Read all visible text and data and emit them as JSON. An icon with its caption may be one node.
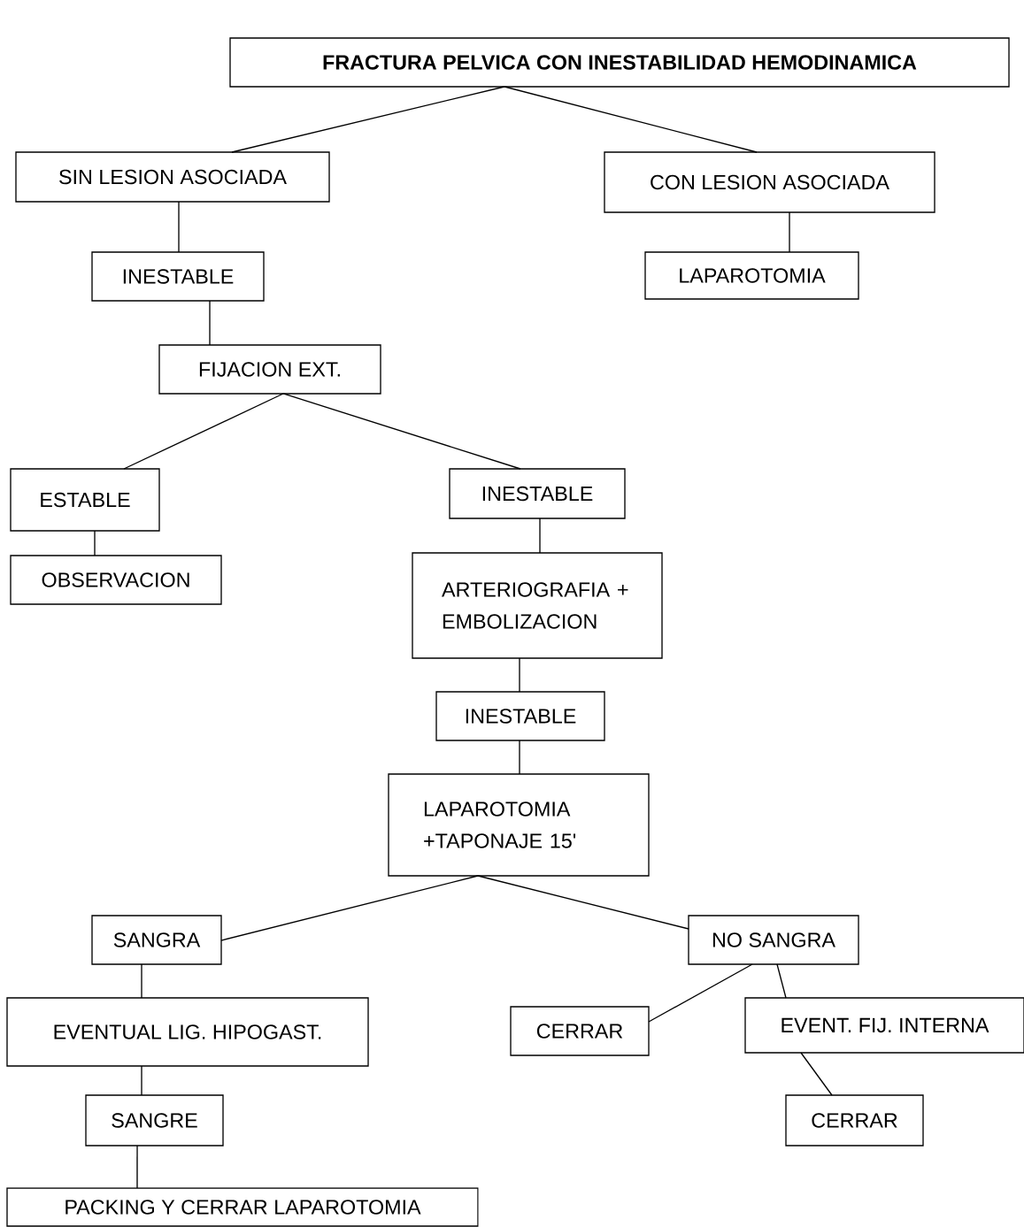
{
  "diagram": {
    "nodes": [
      {
        "text": [
          "FRACTURA PELVICA CON INESTABILIDAD HEMODINAMICA"
        ]
      },
      {
        "text": [
          "SIN LESION ASOCIADA"
        ]
      },
      {
        "text": [
          "CON LESION ASOCIADA"
        ]
      },
      {
        "text": [
          "INESTABLE"
        ]
      },
      {
        "text": [
          "LAPAROTOMIA"
        ]
      },
      {
        "text": [
          "FIJACION EXT."
        ]
      },
      {
        "text": [
          "ESTABLE"
        ]
      },
      {
        "text": [
          "INESTABLE"
        ]
      },
      {
        "text": [
          "OBSERVACION"
        ]
      },
      {
        "text": [
          "ARTERIOGRAFIA + EMBOLIZACION"
        ]
      },
      {
        "text": [
          "INESTABLE"
        ]
      },
      {
        "text": [
          "LAPAROTOMIA +TAPONAJE 15'"
        ]
      },
      {
        "text": [
          "SANGRA"
        ]
      },
      {
        "text": [
          "NO SANGRA"
        ]
      },
      {
        "text": [
          "EVENTUAL LIG. HIPOGAST."
        ]
      },
      {
        "text": [
          "CERRAR"
        ]
      },
      {
        "text": [
          "EVENT. FIJ. INTERNA"
        ]
      },
      {
        "text": [
          "SANGRE"
        ]
      },
      {
        "text": [
          "CERRAR"
        ]
      },
      {
        "text": [
          "PACKING Y CERRAR LAPAROTOMIA"
        ]
      }
    ],
    "edges": [
      {
        "from": 0,
        "to": 1,
        "arrow": "none"
      },
      {
        "from": 0,
        "to": 2,
        "arrow": "none"
      },
      {
        "from": 1,
        "to": 3,
        "arrow": "none"
      },
      {
        "from": 2,
        "to": 4,
        "arrow": "none"
      },
      {
        "from": 3,
        "to": 5,
        "arrow": "none"
      },
      {
        "from": 5,
        "to": 6,
        "arrow": "none"
      },
      {
        "from": 5,
        "to": 7,
        "arrow": "none"
      },
      {
        "from": 6,
        "to": 8,
        "arrow": "none"
      },
      {
        "from": 7,
        "to": 9,
        "arrow": "none"
      },
      {
        "from": 9,
        "to": 10,
        "arrow": "none"
      },
      {
        "from": 10,
        "to": 11,
        "arrow": "none"
      },
      {
        "from": 11,
        "to": 12,
        "arrow": "none"
      },
      {
        "from": 11,
        "to": 13,
        "arrow": "none"
      },
      {
        "from": 12,
        "to": 14,
        "arrow": "none"
      },
      {
        "from": 13,
        "to": 15,
        "arrow": "none"
      },
      {
        "from": 13,
        "to": 16,
        "arrow": "none"
      },
      {
        "from": 14,
        "to": 17,
        "arrow": "none"
      },
      {
        "from": 16,
        "to": 18,
        "arrow": "none"
      },
      {
        "from": 17,
        "to": 19,
        "arrow": "none"
      }
    ]
  }
}
